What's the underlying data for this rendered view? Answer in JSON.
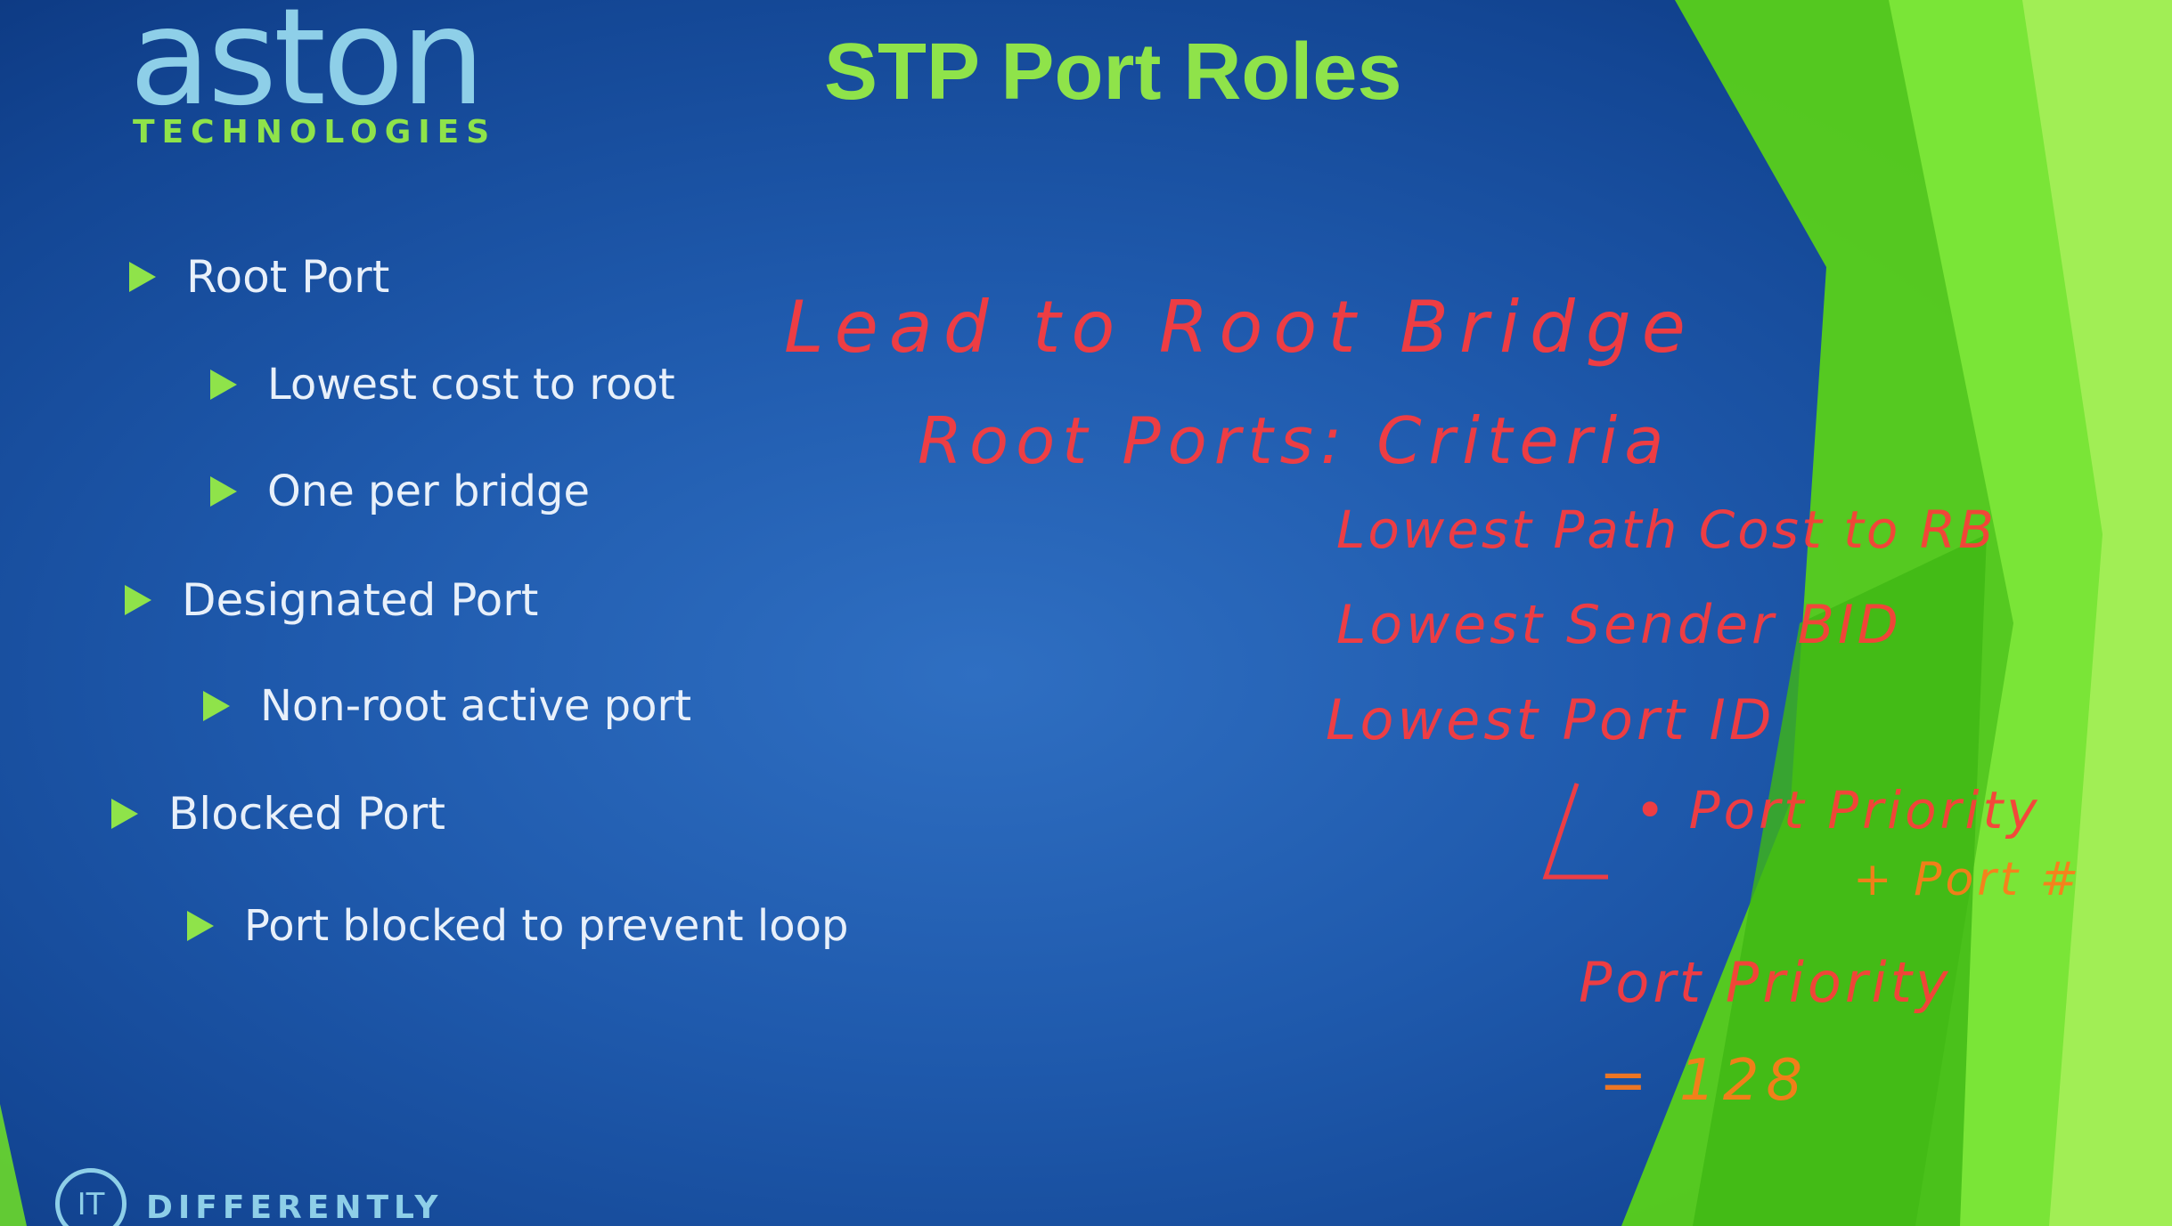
{
  "logo": {
    "word": "aston",
    "tagline": "TECHNOLOGIES"
  },
  "title": "STP Port Roles",
  "bullets": [
    {
      "level": 1,
      "text": "Root Port"
    },
    {
      "level": 2,
      "text": "Lowest cost to root"
    },
    {
      "level": 2,
      "text": "One per bridge"
    },
    {
      "level": 1,
      "text": "Designated Port"
    },
    {
      "level": 2,
      "text": "Non-root active port"
    },
    {
      "level": 1,
      "text": "Blocked Port"
    },
    {
      "level": 2,
      "text": "Port blocked to prevent loop"
    }
  ],
  "handwriting": {
    "line1": "Lead to Root Bridge",
    "line2": "Root Ports: Criteria",
    "line3": "Lowest Path Cost to RB",
    "line4": "Lowest Sender BID",
    "line5": "Lowest Port ID",
    "line6": "• Port Priority",
    "line7": "+ Port #",
    "line8": "Port Priority",
    "line9": "= 128"
  },
  "footer": {
    "badge": "IT",
    "word": "DIFFERENTLY"
  },
  "colors": {
    "accent_green": "#8fe34a",
    "background_blue": "#1f5aad",
    "logo_blue": "#8ecfe8",
    "ink_red": "#ff3b3b"
  }
}
